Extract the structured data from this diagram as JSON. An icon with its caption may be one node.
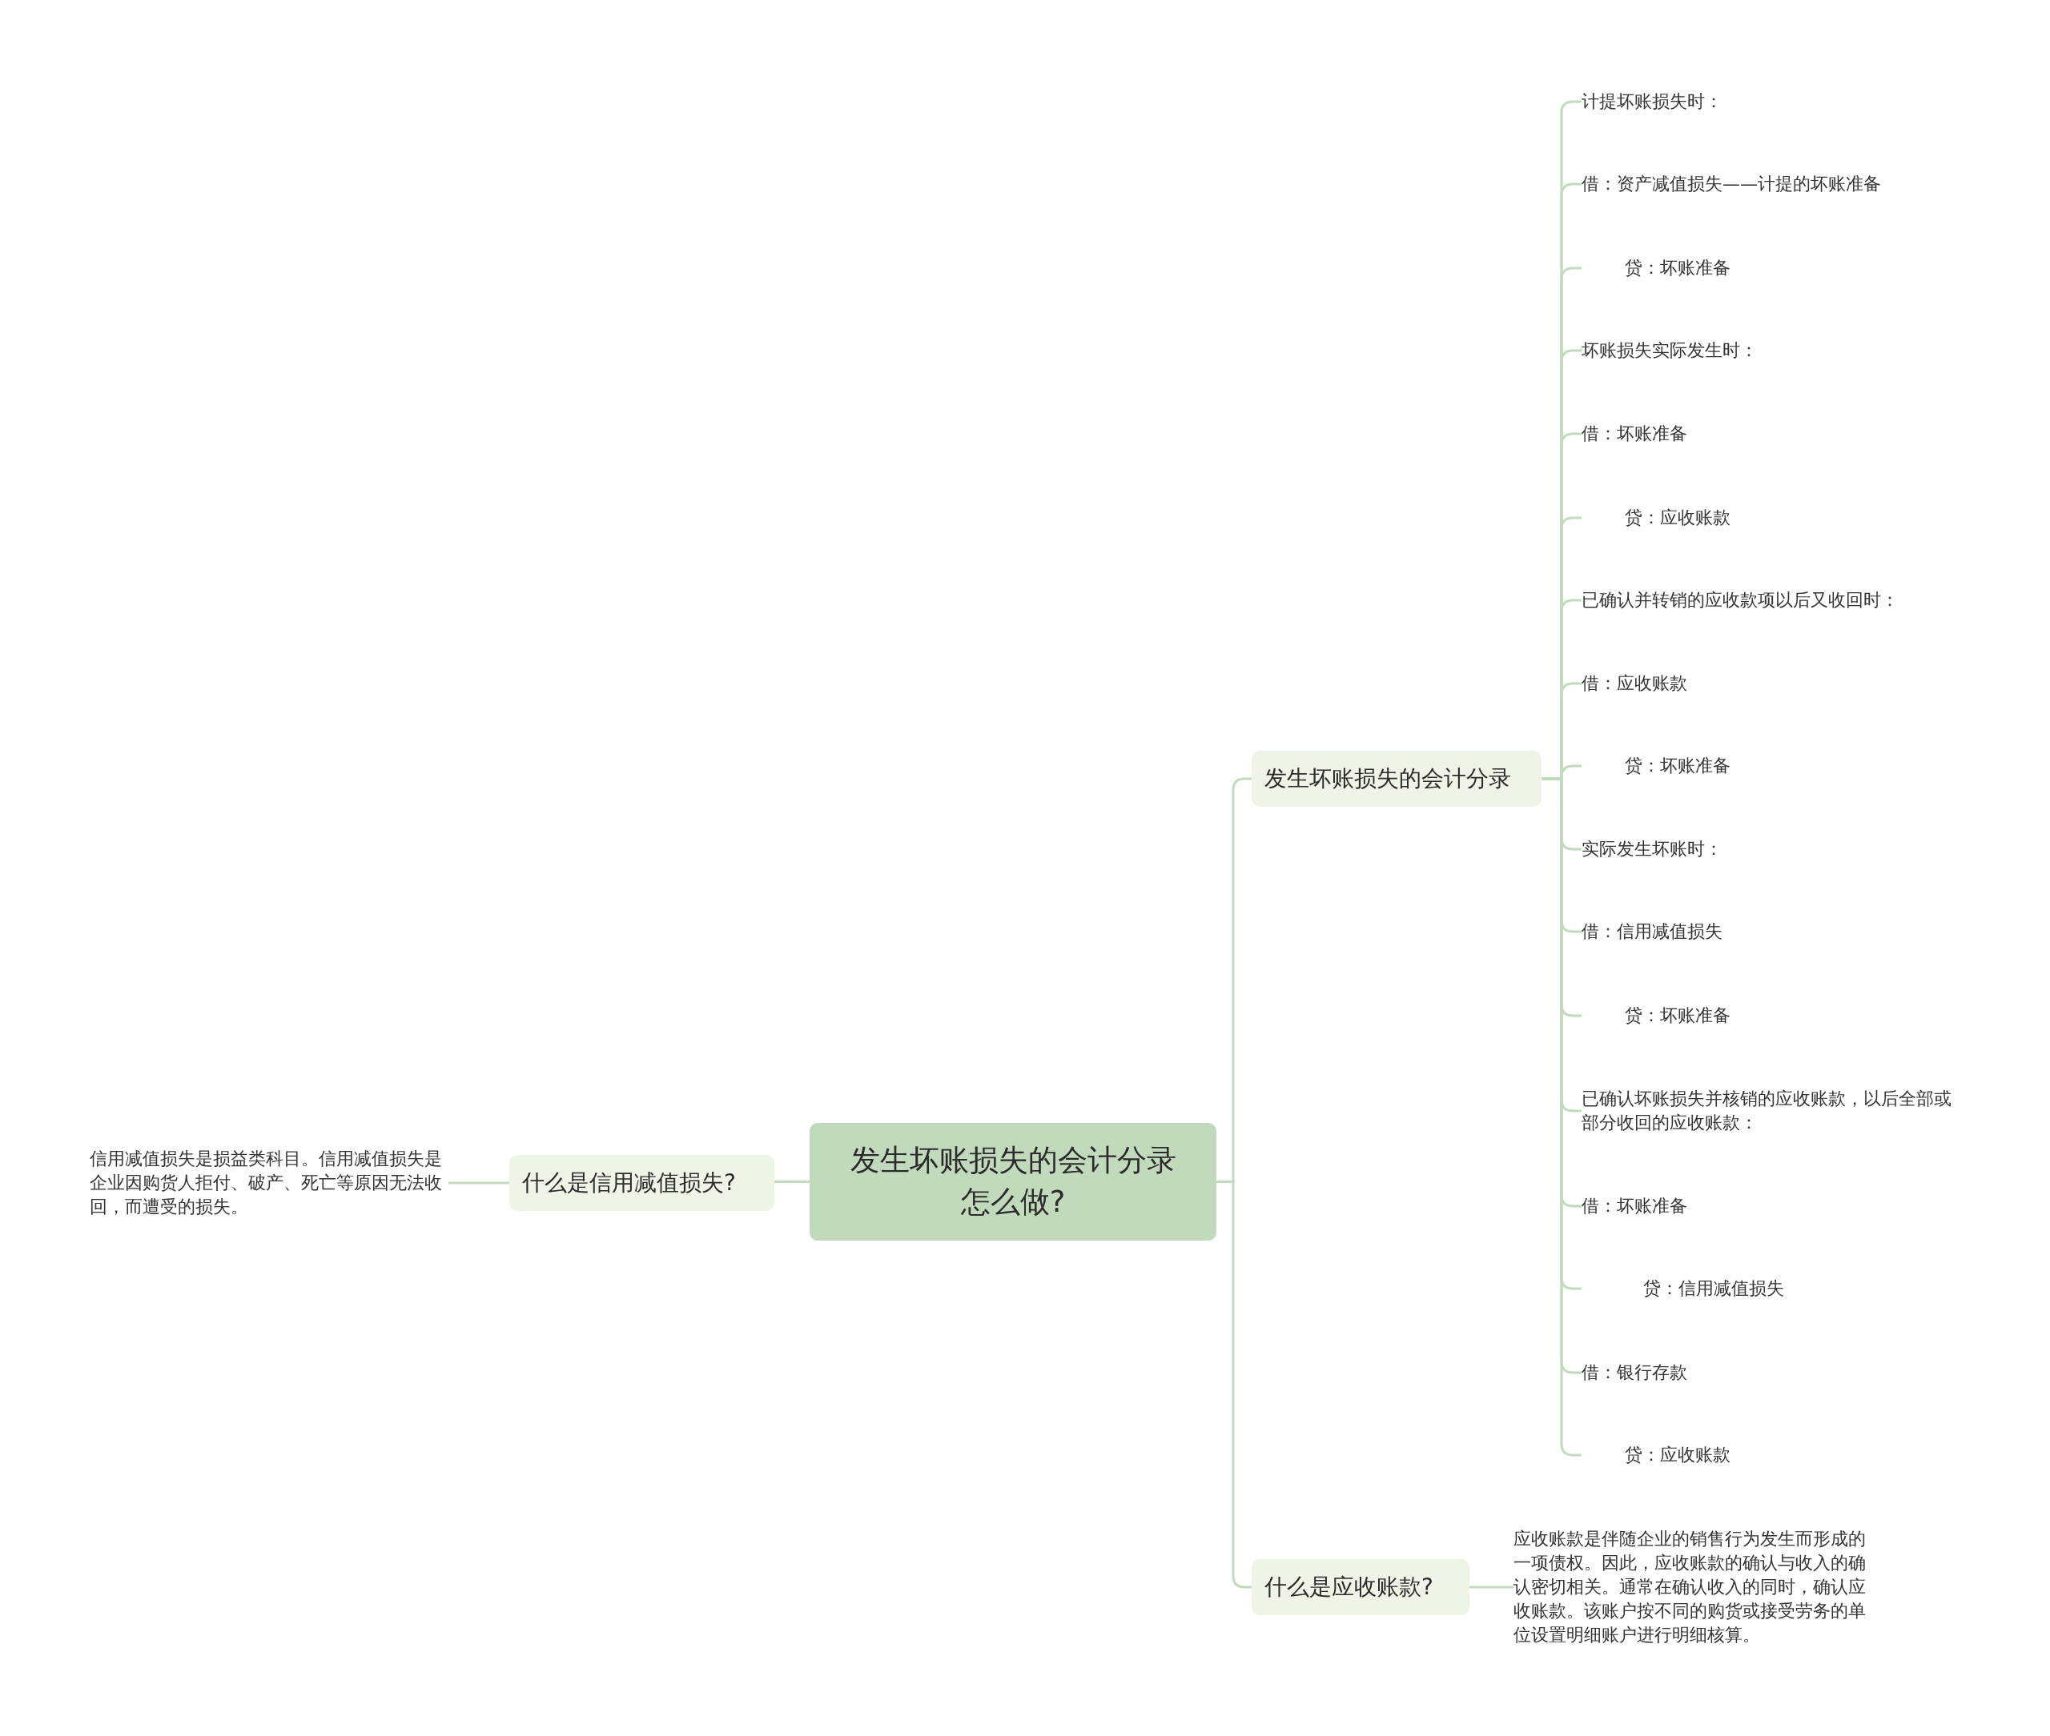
{
  "diagram": {
    "nodes": [
      {
        "text": [
          "发生坏账损失的会计分录怎么做?"
        ]
      },
      {
        "text": [
          "发生坏账损失的会计分录"
        ]
      },
      {
        "text": [
          "计提坏账损失时："
        ]
      },
      {
        "text": [
          "借：资产减值损失——计提的坏账准备"
        ]
      },
      {
        "text": [
          "贷：坏账准备"
        ]
      },
      {
        "text": [
          "坏账损失实际发生时："
        ]
      },
      {
        "text": [
          "借：坏账准备"
        ]
      },
      {
        "text": [
          "贷：应收账款"
        ]
      },
      {
        "text": [
          "已确认并转销的应收款项以后又收回时："
        ]
      },
      {
        "text": [
          "借：应收账款"
        ]
      },
      {
        "text": [
          "贷：坏账准备"
        ]
      },
      {
        "text": [
          "实际发生坏账时："
        ]
      },
      {
        "text": [
          "借：信用减值损失"
        ]
      },
      {
        "text": [
          "贷：坏账准备"
        ]
      },
      {
        "text": [
          "已确认坏账损失并核销的应收账款，以后全部或部分收回的应收账款："
        ]
      },
      {
        "text": [
          "借：坏账准备"
        ]
      },
      {
        "text": [
          "贷：信用减值损失"
        ]
      },
      {
        "text": [
          "借：银行存款"
        ]
      },
      {
        "text": [
          "贷：应收账款"
        ]
      },
      {
        "text": [
          "什么是应收账款?"
        ]
      },
      {
        "text": [
          "应收账款是伴随企业的销售行为发生而形成的一项债权。因此，应收账款的确认与收入的确认密切相关。通常在确认收入的同时，确认应收账款。该账户按不同的购货或接受劳务的单位设置明细账户进行明细核算。"
        ]
      },
      {
        "text": [
          "什么是信用减值损失?"
        ]
      },
      {
        "text": [
          "信用减值损失是损益类科目。信用减值损失是企业因购货人拒付、破产、死亡等原因无法收回，而遭受的损失。"
        ]
      }
    ],
    "edges": [
      {
        "from": 0,
        "to": 1,
        "arrow": "none"
      },
      {
        "from": 1,
        "to": 2,
        "arrow": "none"
      },
      {
        "from": 1,
        "to": 3,
        "arrow": "none"
      },
      {
        "from": 1,
        "to": 4,
        "arrow": "none"
      },
      {
        "from": 1,
        "to": 5,
        "arrow": "none"
      },
      {
        "from": 1,
        "to": 6,
        "arrow": "none"
      },
      {
        "from": 1,
        "to": 7,
        "arrow": "none"
      },
      {
        "from": 1,
        "to": 8,
        "arrow": "none"
      },
      {
        "from": 1,
        "to": 9,
        "arrow": "none"
      },
      {
        "from": 1,
        "to": 10,
        "arrow": "none"
      },
      {
        "from": 1,
        "to": 11,
        "arrow": "none"
      },
      {
        "from": 1,
        "to": 12,
        "arrow": "none"
      },
      {
        "from": 1,
        "to": 13,
        "arrow": "none"
      },
      {
        "from": 1,
        "to": 14,
        "arrow": "none"
      },
      {
        "from": 1,
        "to": 15,
        "arrow": "none"
      },
      {
        "from": 1,
        "to": 16,
        "arrow": "none"
      },
      {
        "from": 1,
        "to": 17,
        "arrow": "none"
      },
      {
        "from": 1,
        "to": 18,
        "arrow": "none"
      },
      {
        "from": 0,
        "to": 19,
        "arrow": "none"
      },
      {
        "from": 19,
        "to": 20,
        "arrow": "none"
      },
      {
        "from": 0,
        "to": 21,
        "arrow": "none"
      },
      {
        "from": 21,
        "to": 22,
        "arrow": "none"
      }
    ]
  }
}
